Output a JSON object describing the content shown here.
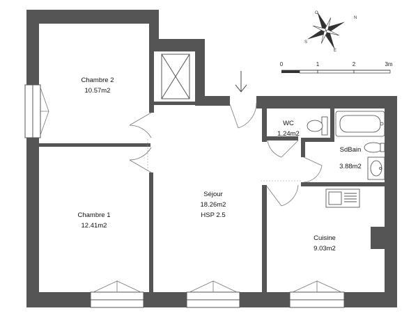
{
  "rooms": {
    "chambre2": {
      "name": "Chambre 2",
      "area": "10.57m2"
    },
    "chambre1": {
      "name": "Chambre 1",
      "area": "12.41m2"
    },
    "sejour": {
      "name": "Séjour",
      "area": "18.26m2",
      "height": "HSP 2.5"
    },
    "wc": {
      "name": "WC",
      "area": "1.24m2"
    },
    "sdbain": {
      "name": "SdBain",
      "area": "3.88m2"
    },
    "cuisine": {
      "name": "Cuisine",
      "area": "9.03m2"
    }
  },
  "scale": {
    "ticks": [
      "0",
      "1",
      "2",
      "3m"
    ]
  },
  "compass": {
    "north": "N",
    "south": "S",
    "east": "E",
    "west": "O"
  },
  "colors": {
    "wall": "#555555",
    "line": "#444444",
    "background": "#ffffff"
  }
}
